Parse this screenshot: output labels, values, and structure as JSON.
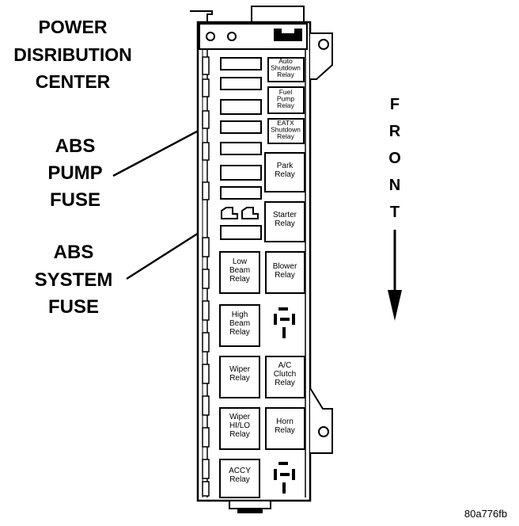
{
  "title_lines": [
    "POWER",
    "DISRIBUTION",
    "CENTER"
  ],
  "callouts": {
    "abs_pump_fuse": [
      "ABS",
      "PUMP",
      "FUSE"
    ],
    "abs_system_fuse": [
      "ABS",
      "SYSTEM",
      "FUSE"
    ]
  },
  "front_letters": [
    "F",
    "R",
    "O",
    "N",
    "T"
  ],
  "relays": [
    {
      "id": "auto-shutdown-relay",
      "lines": [
        "Auto",
        "Shutdown",
        "Relay"
      ]
    },
    {
      "id": "fuel-pump-relay",
      "lines": [
        "Fuel",
        "Pump",
        "Relay"
      ]
    },
    {
      "id": "eatx-shutdown-relay",
      "lines": [
        "EATX",
        "Shutdown",
        "Relay"
      ]
    },
    {
      "id": "park-relay",
      "lines": [
        "Park",
        "Relay"
      ]
    },
    {
      "id": "starter-relay",
      "lines": [
        "Starter",
        "Relay"
      ]
    },
    {
      "id": "low-beam-relay",
      "lines": [
        "Low",
        "Beam",
        "Relay"
      ]
    },
    {
      "id": "blower-relay",
      "lines": [
        "Blower",
        "Relay"
      ]
    },
    {
      "id": "high-beam-relay",
      "lines": [
        "High",
        "Beam",
        "Relay"
      ]
    },
    {
      "id": "wiper-relay",
      "lines": [
        "Wiper",
        "Relay"
      ]
    },
    {
      "id": "ac-clutch-relay",
      "lines": [
        "A/C",
        "Clutch",
        "Relay"
      ]
    },
    {
      "id": "wiper-hilo-relay",
      "lines": [
        "Wiper",
        "HI/LO",
        "Relay"
      ]
    },
    {
      "id": "horn-relay",
      "lines": [
        "Horn",
        "Relay"
      ]
    },
    {
      "id": "accy-relay",
      "lines": [
        "ACCY",
        "Relay"
      ]
    }
  ],
  "figure_code": "80a776fb"
}
